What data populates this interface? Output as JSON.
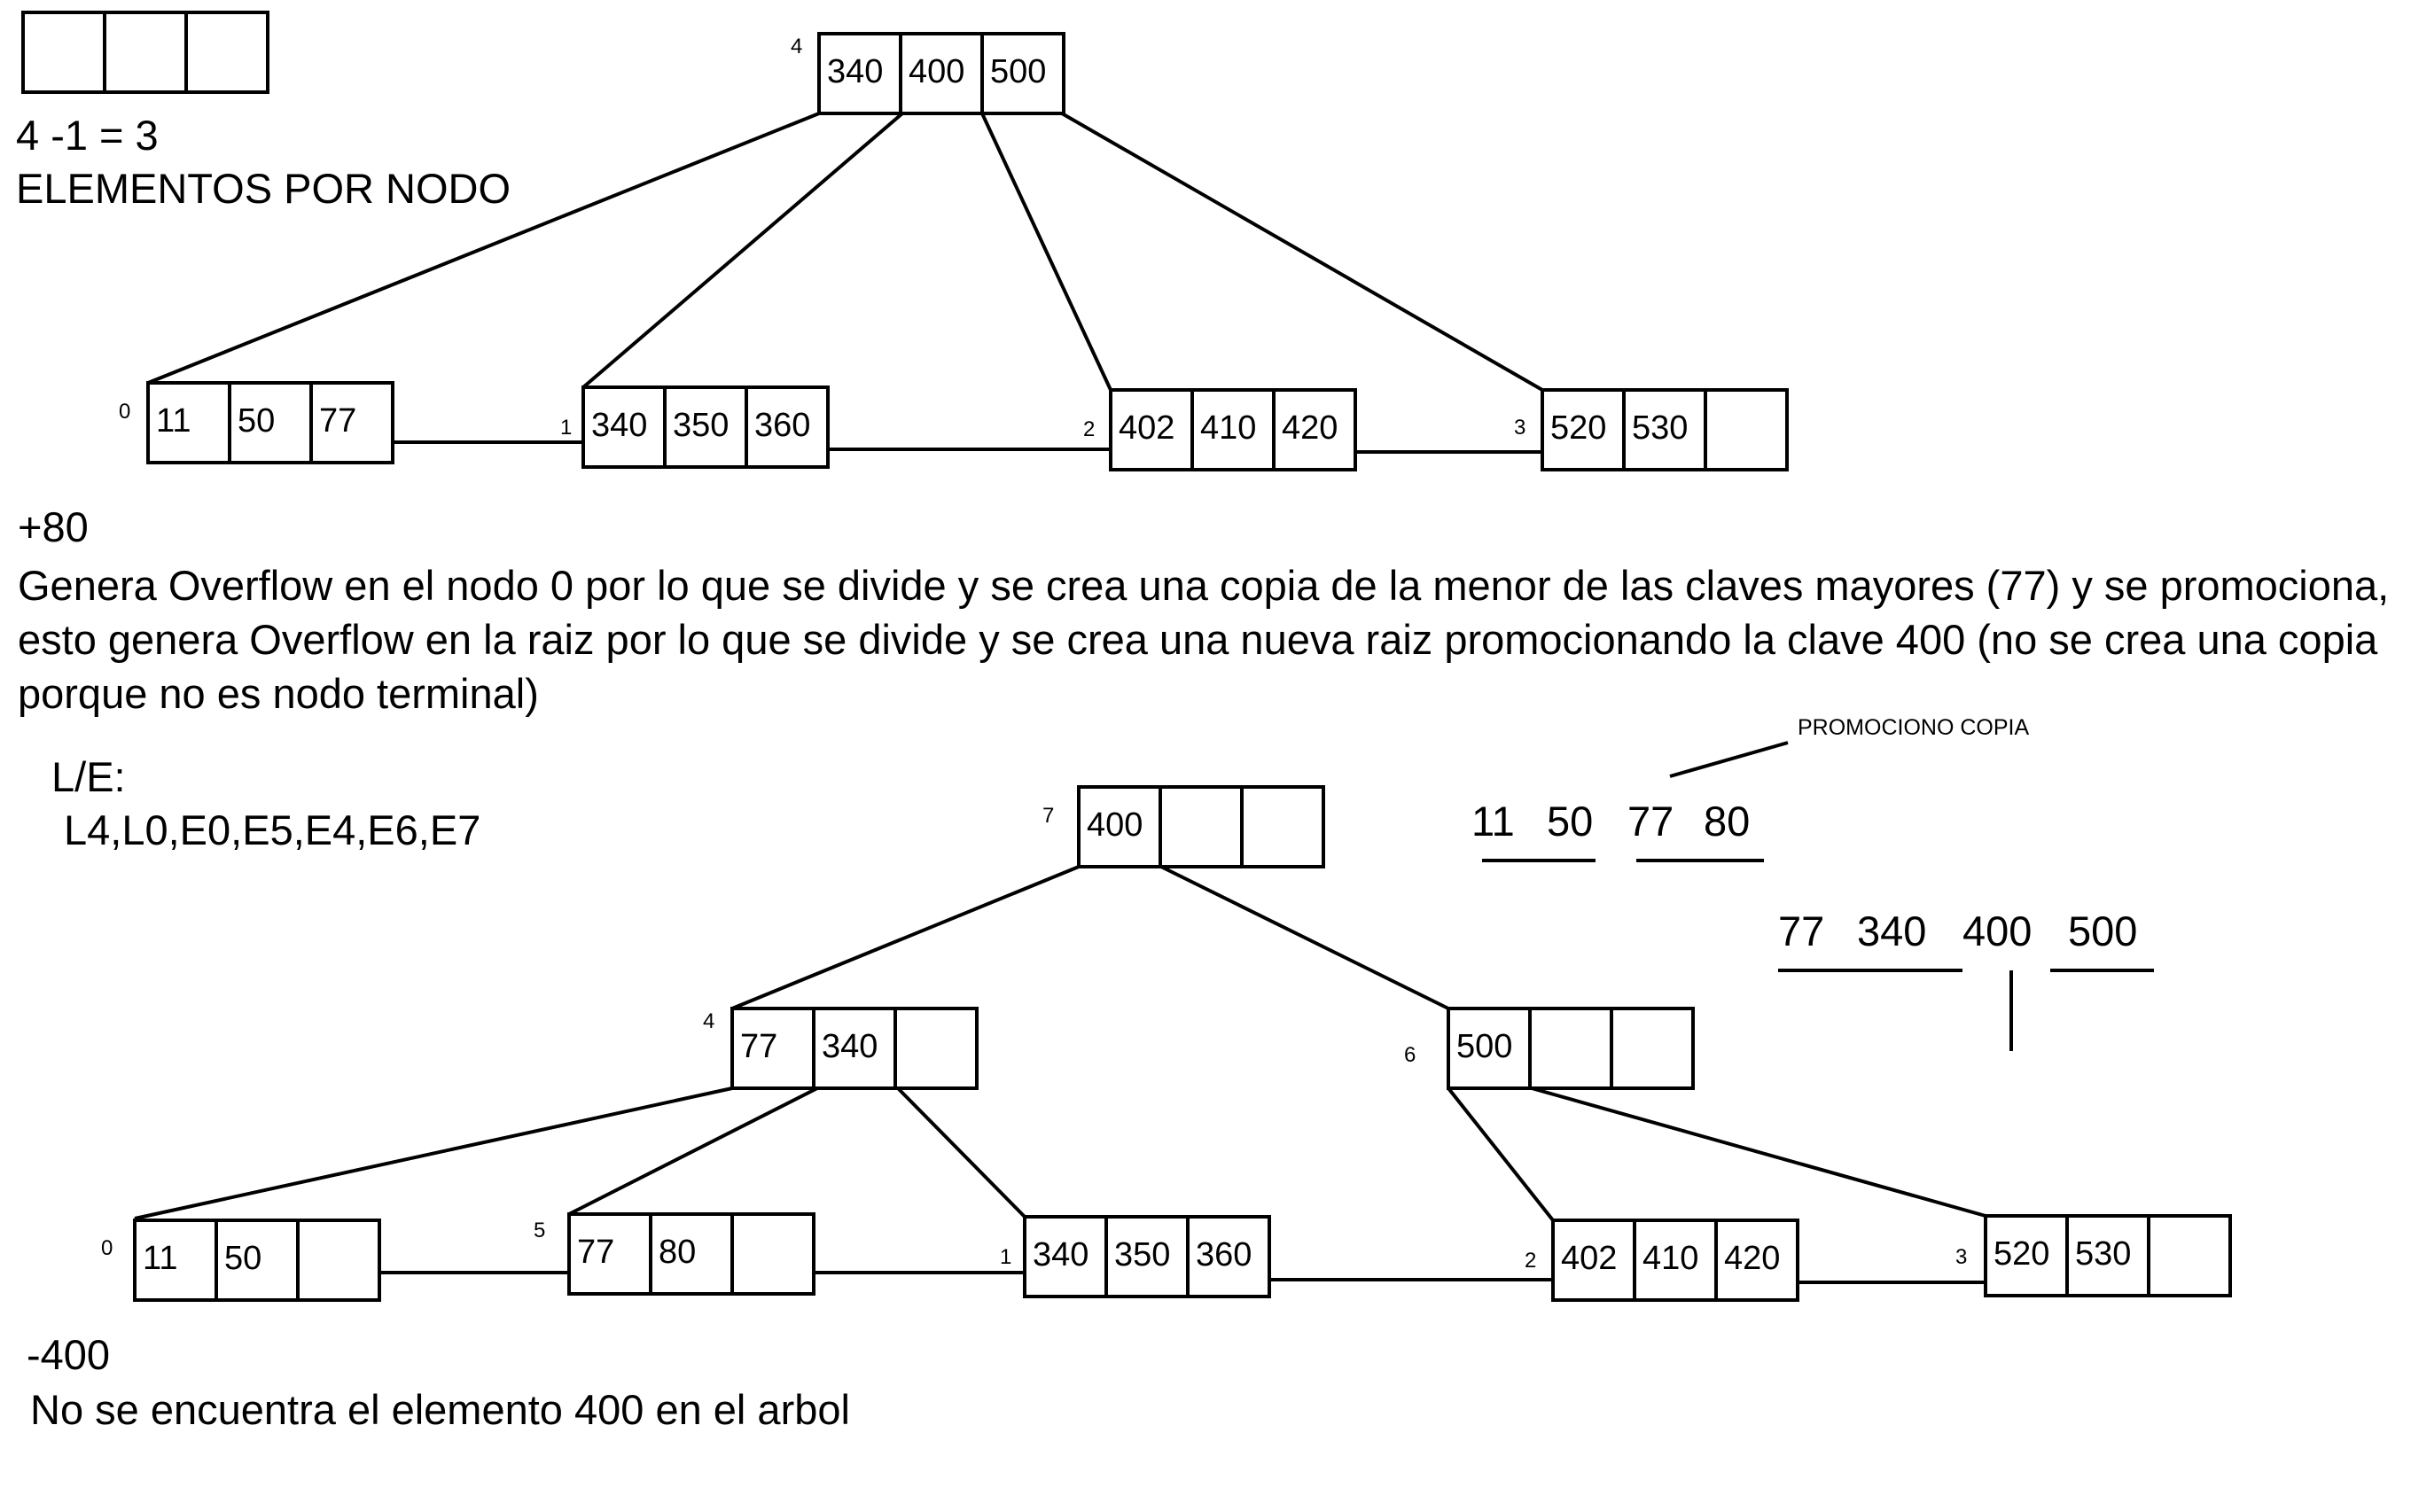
{
  "header": {
    "formula": "4 -1 = 3",
    "caption": "ELEMENTOS POR NODO"
  },
  "tree1": {
    "nodes": [
      {
        "id": "root-4",
        "index": "4",
        "keys": [
          "340",
          "400",
          "500"
        ]
      },
      {
        "id": "leaf-0",
        "index": "0",
        "keys": [
          "11",
          "50",
          "77"
        ]
      },
      {
        "id": "leaf-1",
        "index": "1",
        "keys": [
          "340",
          "350",
          "360"
        ]
      },
      {
        "id": "leaf-2",
        "index": "2",
        "keys": [
          "402",
          "410",
          "420"
        ]
      },
      {
        "id": "leaf-3",
        "index": "3",
        "keys": [
          "520",
          "530",
          ""
        ]
      }
    ]
  },
  "op1": {
    "title": "+80",
    "description": "Genera Overflow en el nodo 0 por lo que se divide y se crea una copia de la menor de las claves mayores (77) y se promociona, esto genera Overflow en la raiz por lo que se divide y se crea una nueva raiz promocionando la clave 400 (no se crea una copia porque no es nodo terminal)"
  },
  "le": {
    "label": "L/E:",
    "sequence": "L4,L0,E0,E5,E4,E6,E7"
  },
  "side_notes": {
    "promote_label": "PROMOCIONO COPIA",
    "split1": {
      "left": [
        "11",
        "50"
      ],
      "right": [
        "77",
        "80"
      ]
    },
    "split2": {
      "left": [
        "77",
        "340"
      ],
      "middle": "400",
      "right": [
        "500"
      ]
    }
  },
  "tree2": {
    "nodes": [
      {
        "id": "root-7",
        "index": "7",
        "keys": [
          "400",
          "",
          ""
        ]
      },
      {
        "id": "int-4",
        "index": "4",
        "keys": [
          "77",
          "340",
          ""
        ]
      },
      {
        "id": "int-6",
        "index": "6",
        "keys": [
          "500",
          "",
          ""
        ]
      },
      {
        "id": "leaf-0",
        "index": "0",
        "keys": [
          "11",
          "50",
          ""
        ]
      },
      {
        "id": "leaf-5",
        "index": "5",
        "keys": [
          "77",
          "80",
          ""
        ]
      },
      {
        "id": "leaf-1",
        "index": "1",
        "keys": [
          "340",
          "350",
          "360"
        ]
      },
      {
        "id": "leaf-2",
        "index": "2",
        "keys": [
          "402",
          "410",
          "420"
        ]
      },
      {
        "id": "leaf-3",
        "index": "3",
        "keys": [
          "520",
          "530",
          ""
        ]
      }
    ]
  },
  "op2": {
    "title": "-400",
    "description": "No se encuentra el elemento 400 en el arbol"
  },
  "colors": {
    "ink": "#000000",
    "background": "#ffffff"
  }
}
